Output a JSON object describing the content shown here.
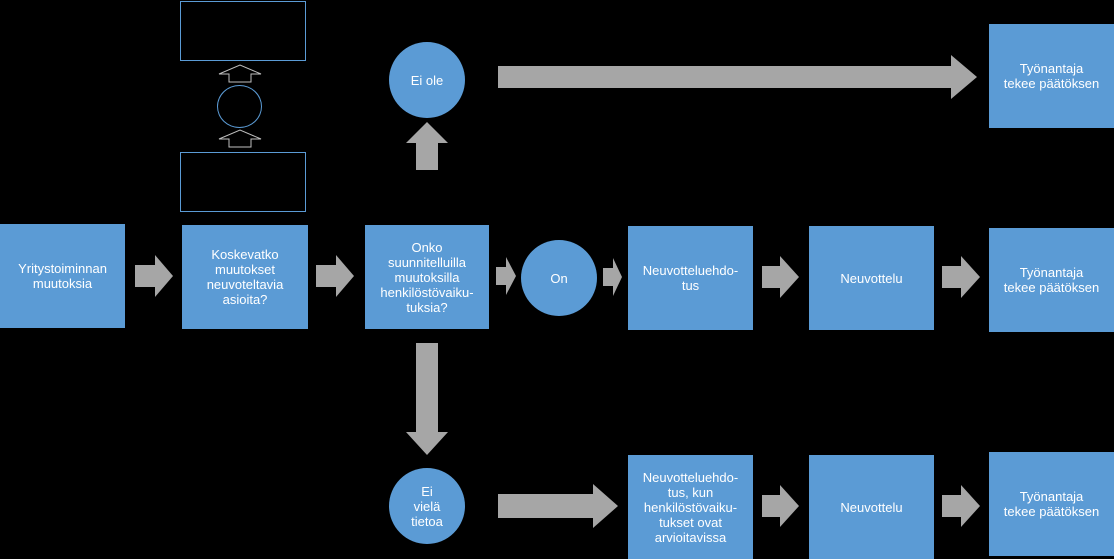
{
  "colors": {
    "background": "#000000",
    "node_fill": "#5b9bd5",
    "arrow_fill": "#a6a6a6",
    "text": "#ffffff"
  },
  "nodes": {
    "yritystoiminnan": "Yritystoiminnan\nmuutoksia",
    "koskevatko": "Koskevatko\nmuutokset\nneuvoteltavia\nasioita?",
    "onko": "Onko\nsuunnitelluilla\nmuutoksilla\nhenkilöstövaiku-\ntuksia?",
    "ei_ole": "Ei ole",
    "on": "On",
    "ei_viela": "Ei\nvielä\ntietoa",
    "neuvotteluehdotus": "Neuvotteluehdo-\ntus",
    "neuvotteluehdotus_kun": "Neuvotteluehdo-\ntus, kun\nhenkilöstövaiku-\ntukset ovat\narvioitavissa",
    "neuvottelu_mid": "Neuvottelu",
    "neuvottelu_bottom": "Neuvottelu",
    "tyonantaja_top": "Työnantaja\ntekee päätöksen",
    "tyonantaja_mid": "Työnantaja\ntekee päätöksen",
    "tyonantaja_bottom": "Työnantaja\ntekee päätöksen"
  }
}
